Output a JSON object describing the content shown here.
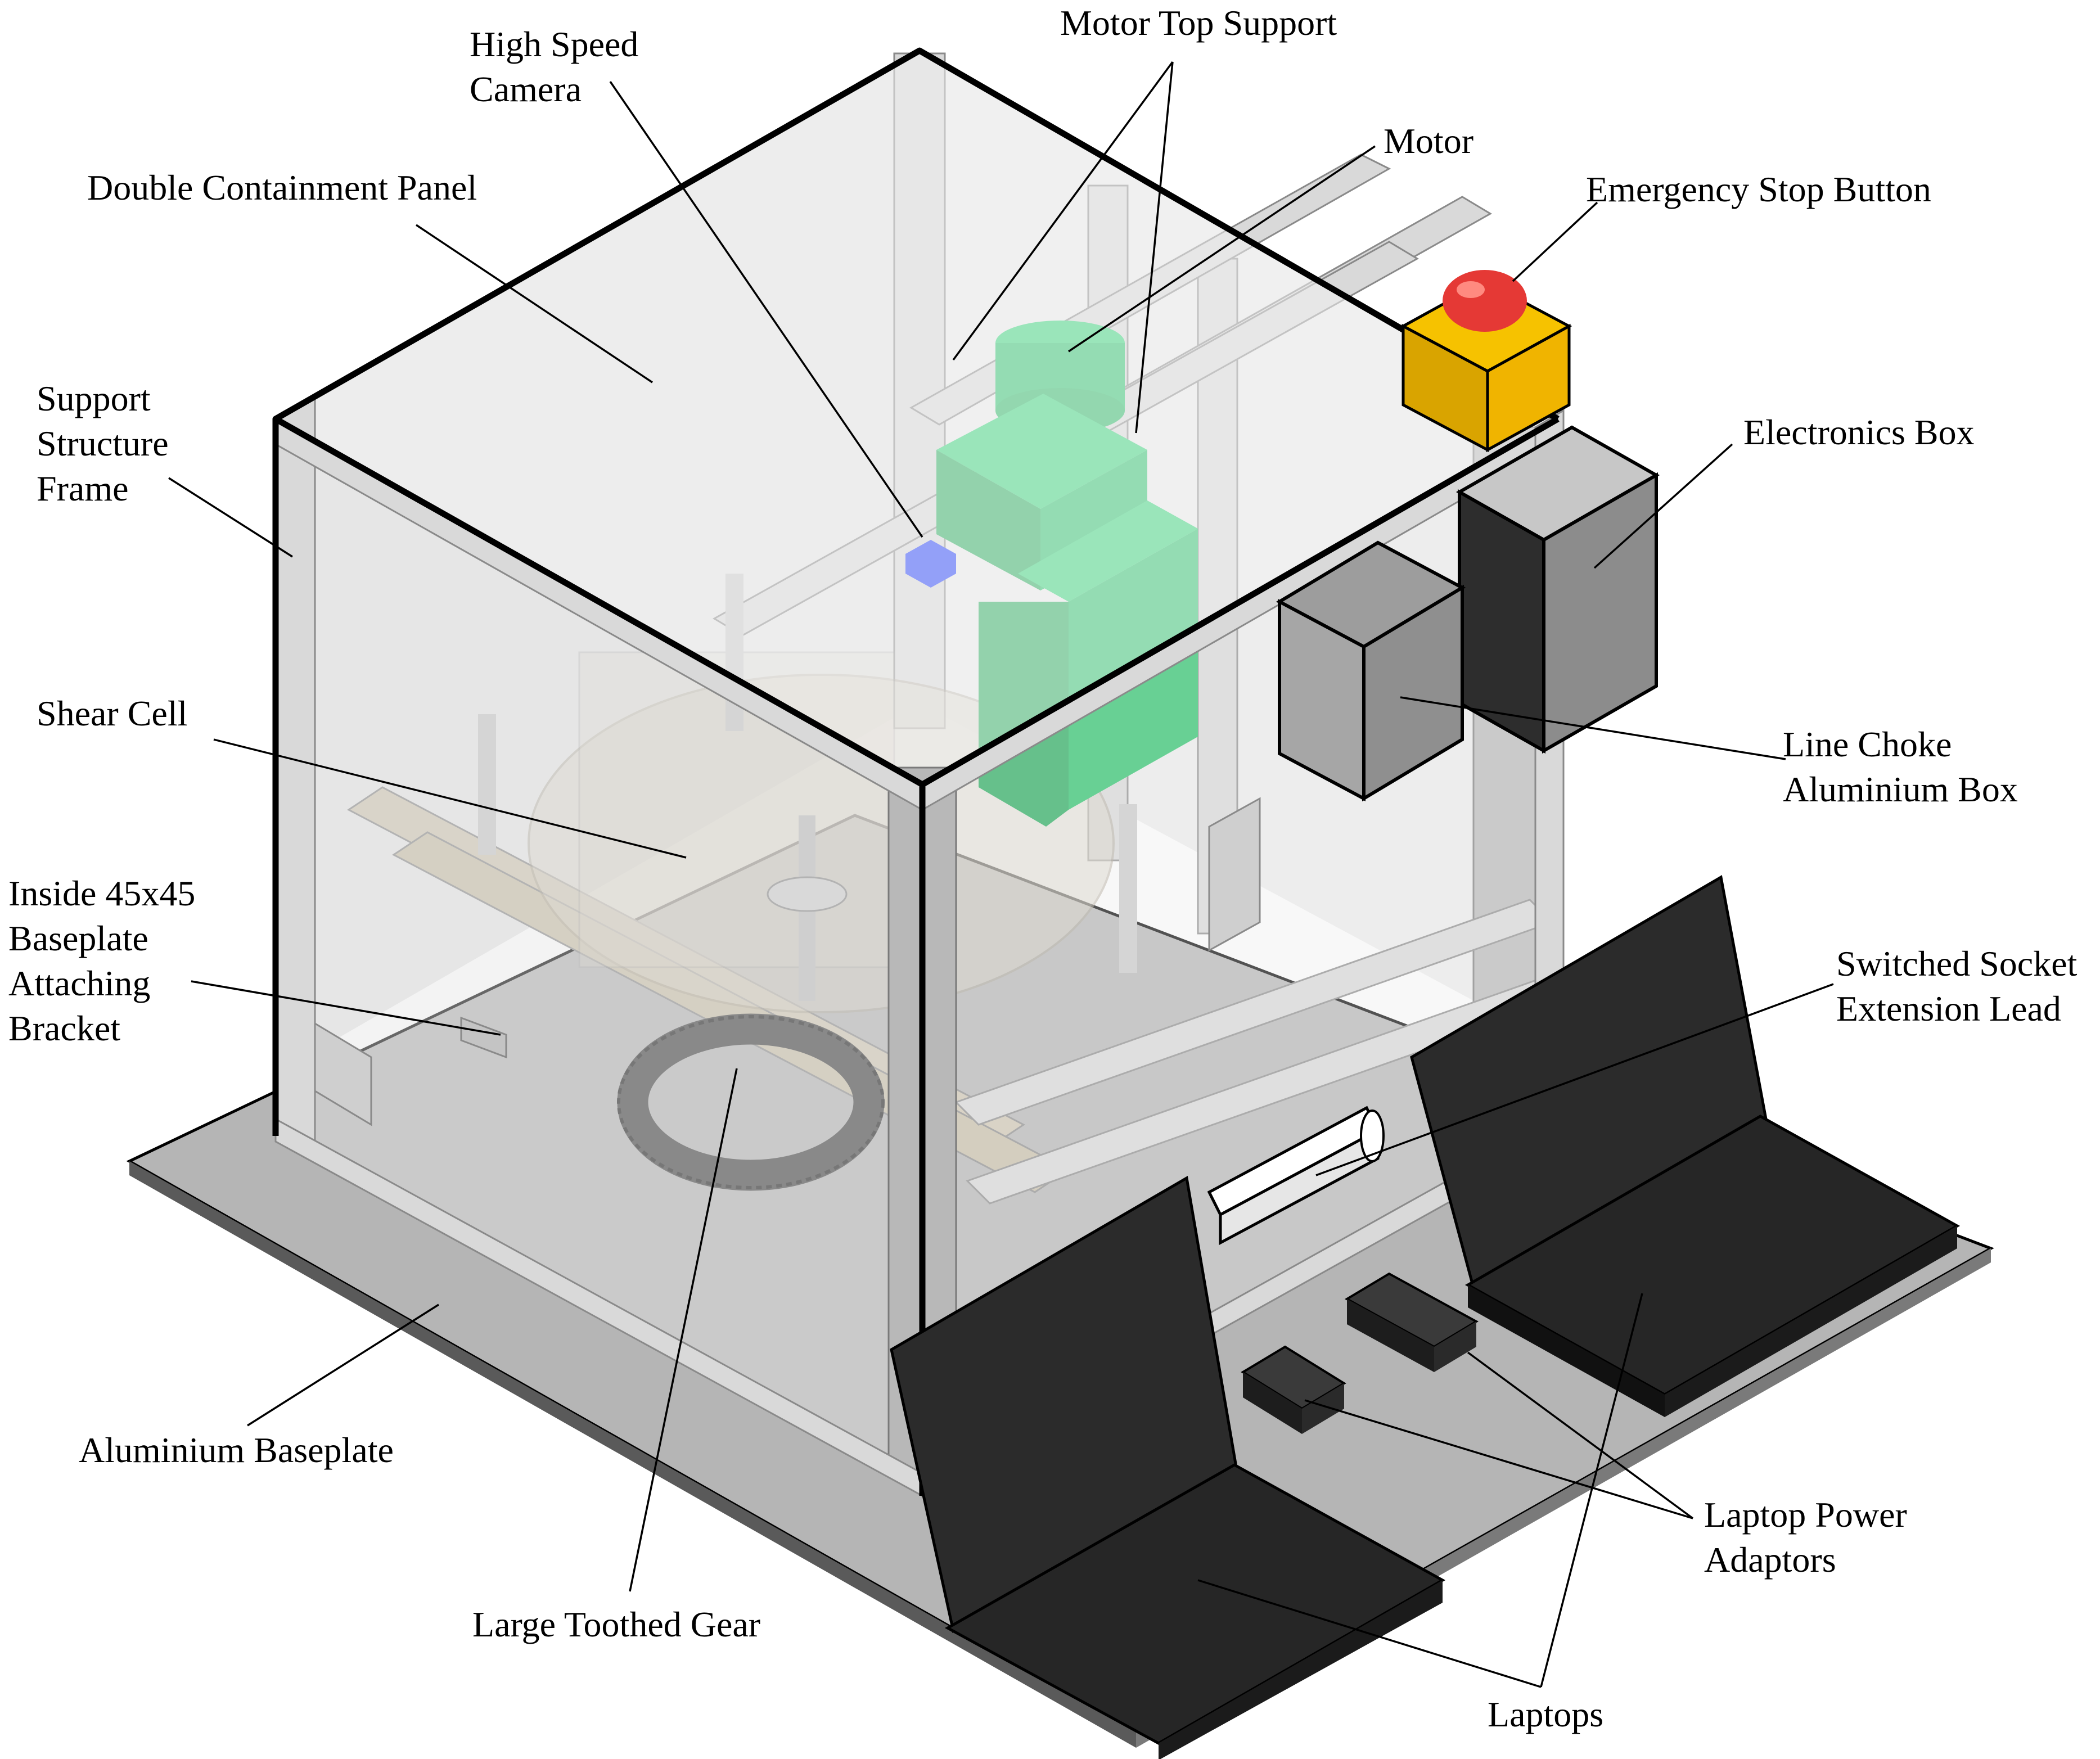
{
  "labels": {
    "high_speed_camera": [
      "High Speed",
      "Camera"
    ],
    "motor_top_support": "Motor Top Support",
    "motor": "Motor",
    "double_containment_panel": "Double Containment Panel",
    "emergency_stop_button": "Emergency Stop Button",
    "support_structure_frame": [
      "Support",
      "Structure",
      "Frame"
    ],
    "electronics_box": "Electronics Box",
    "shear_cell": "Shear Cell",
    "line_choke_aluminium_box": [
      "Line Choke",
      "Aluminium Box"
    ],
    "inside_bracket": [
      "Inside 45x45",
      "Baseplate",
      "Attaching",
      "Bracket"
    ],
    "switched_socket_extension_lead": [
      "Switched Socket",
      "Extension Lead"
    ],
    "aluminium_baseplate": "Aluminium Baseplate",
    "laptop_power_adaptors": [
      "Laptop Power",
      "Adaptors"
    ],
    "large_toothed_gear": "Large Toothed Gear",
    "laptops": "Laptops"
  },
  "colors": {
    "frame": "#d9d9d9",
    "panel": "#e8e8e8",
    "motor": "#2ecc71",
    "camera": "#1f3cff",
    "estop_button": "#e53935",
    "estop_box": "#f0b400",
    "electronics_box": "#8c8c8c",
    "laptop": "#2b2b2b",
    "baseplate": "#b9b9b9"
  }
}
